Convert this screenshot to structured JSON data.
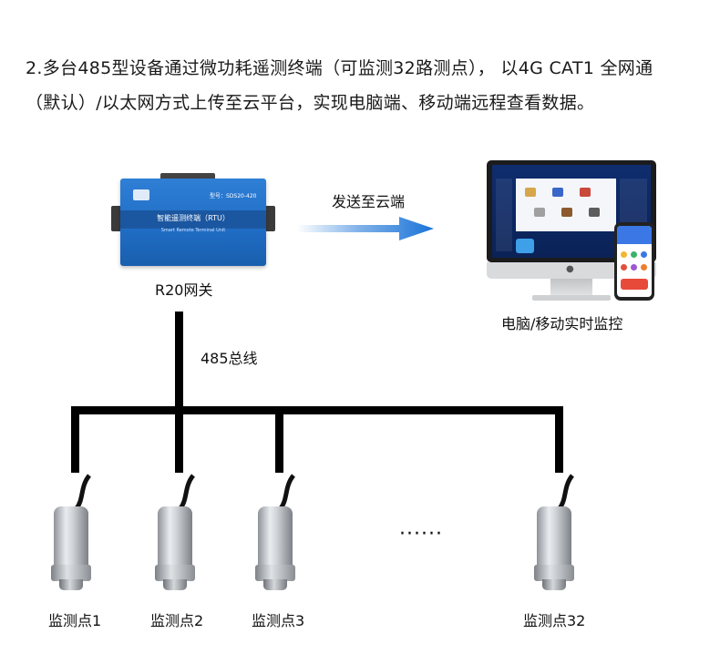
{
  "intro": {
    "line1": "2.多台485型设备通过微功耗遥测终端（可监测32路测点）， 以4G CAT1 全网通",
    "line2": "（默认）/以太网方式上传至云平台，实现电脑端、移动端远程查看数据。"
  },
  "gateway": {
    "label": "R20网关",
    "device_title": "智能遥测终端（RTU）",
    "device_subtitle": "Smart Remote Terminal Unit",
    "device_model": "型号：SDS20-420"
  },
  "arrow_label": "发送至云端",
  "monitor_label": "电脑/移动实时监控",
  "bus_label": "485总线",
  "ellipsis": "······",
  "points": [
    {
      "label": "监测点1"
    },
    {
      "label": "监测点2"
    },
    {
      "label": "监测点3"
    },
    {
      "label": "监测点32"
    }
  ],
  "colors": {
    "device_blue": "#1f6cc4",
    "arrow_blue": "#1a73d8",
    "bus": "#000000"
  }
}
